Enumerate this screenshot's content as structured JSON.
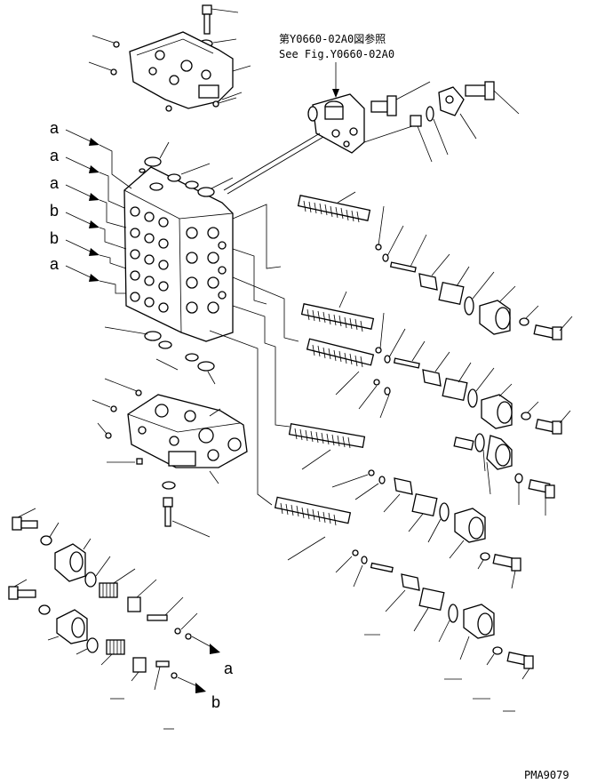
{
  "reference_note": {
    "japanese": "第Y0660-02A0図参照",
    "english": "See Fig.Y0660-02A0"
  },
  "side_labels": [
    "a",
    "a",
    "a",
    "b",
    "b",
    "a"
  ],
  "exit_labels": {
    "a": "a",
    "b": "b"
  },
  "drawing_code": "PMA9079"
}
